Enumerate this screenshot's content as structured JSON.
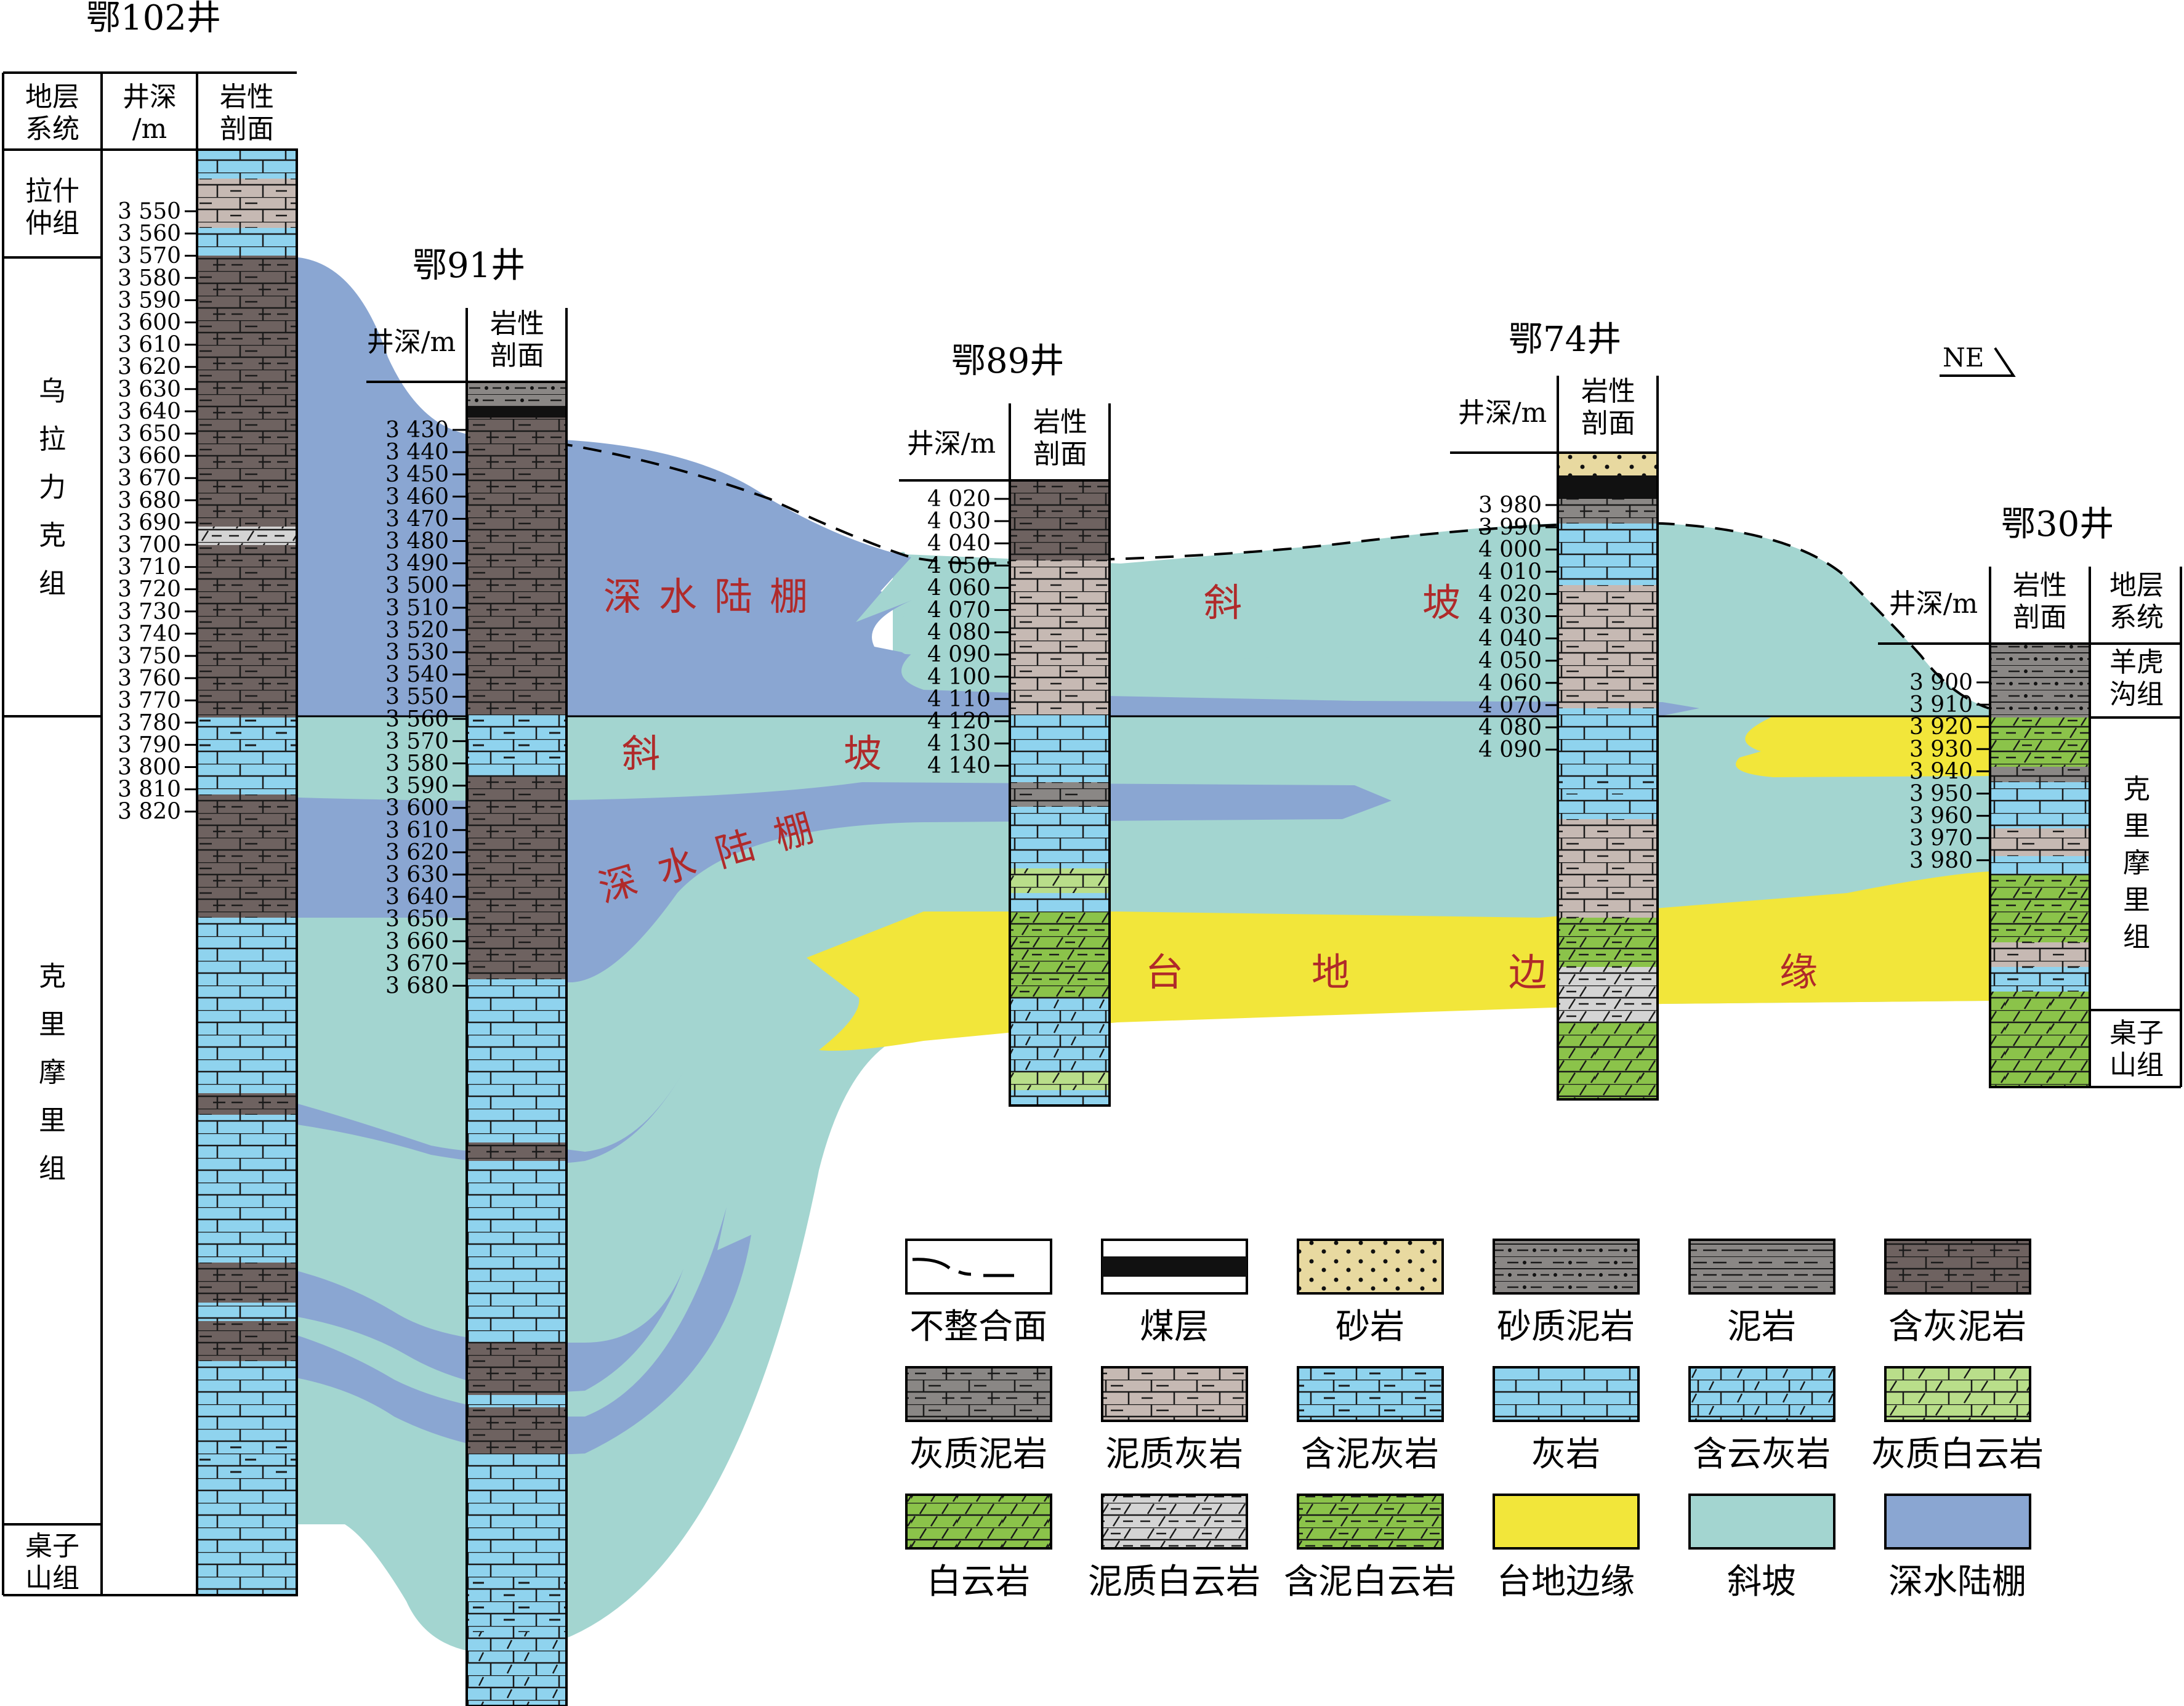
{
  "colors": {
    "deep_shelf": "#8aa6d2",
    "slope": "#a3d5d0",
    "platform_margin": "#f2e63a",
    "limestone": "#8fd3ee",
    "mudstone_dark": "#6e6260",
    "mudstone": "#8a8785",
    "marl": "#c6b9b3",
    "dolomite": "#8bc34a",
    "lime_dolomite": "#b9de8a",
    "argillaceous_dolomite": "#d4d4d4",
    "sandstone": "#e8d9a0",
    "coal": "#111111"
  },
  "header": {
    "formation_system": [
      "地层",
      "系统"
    ],
    "depth": [
      "井深",
      "/m"
    ],
    "depth_inline": "井深/m",
    "lithology": [
      "岩性",
      "剖面"
    ]
  },
  "wells": {
    "e102": {
      "title": "鄂102井",
      "ticks": [
        "3 550",
        "3 560",
        "3 570",
        "3 580",
        "3 590",
        "3 600",
        "3 610",
        "3 620",
        "3 630",
        "3 640",
        "3 650",
        "3 660",
        "3 670",
        "3 680",
        "3 690",
        "3 700",
        "3 710",
        "3 720",
        "3 730",
        "3 740",
        "3 750",
        "3 760",
        "3 770",
        "3 780",
        "3 790",
        "3 800",
        "3 810",
        "3 820"
      ],
      "formations": [
        [
          "拉什",
          "仲组"
        ],
        [
          "乌",
          "拉",
          "力",
          "克",
          "组"
        ],
        [
          "克",
          "里",
          "摩",
          "里",
          "组"
        ],
        [
          "桌子",
          "山组"
        ]
      ]
    },
    "e91": {
      "title": "鄂91井",
      "ticks": [
        "3 430",
        "3 440",
        "3 450",
        "3 460",
        "3 470",
        "3 480",
        "3 490",
        "3 500",
        "3 510",
        "3 520",
        "3 530",
        "3 540",
        "3 550",
        "3 560",
        "3 570",
        "3 580",
        "3 590",
        "3 600",
        "3 610",
        "3 620",
        "3 630",
        "3 640",
        "3 650",
        "3 660",
        "3 670",
        "3 680"
      ]
    },
    "e89": {
      "title": "鄂89井",
      "ticks": [
        "4 020",
        "4 030",
        "4 040",
        "4 050",
        "4 060",
        "4 070",
        "4 080",
        "4 090",
        "4 100",
        "4 110",
        "4 120",
        "4 130",
        "4 140"
      ]
    },
    "e74": {
      "title": "鄂74井",
      "ticks": [
        "3 980",
        "3 990",
        "4 000",
        "4 010",
        "4 020",
        "4 030",
        "4 040",
        "4 050",
        "4 060",
        "4 070",
        "4 080",
        "4 090"
      ]
    },
    "e30": {
      "title": "鄂30井",
      "ticks": [
        "3 900",
        "3 910",
        "3 920",
        "3 930",
        "3 940",
        "3 950",
        "3 960",
        "3 970",
        "3 980"
      ],
      "formations": [
        [
          "羊虎",
          "沟组"
        ],
        [
          "克",
          "里",
          "摩",
          "里",
          "组"
        ],
        [
          "桌子",
          "山组"
        ]
      ]
    }
  },
  "facies_labels": {
    "deep_shelf": [
      "深",
      "水",
      "陆",
      "棚"
    ],
    "slope": [
      "斜",
      "坡"
    ],
    "platform_margin": [
      "台",
      "地",
      "边",
      "缘"
    ]
  },
  "direction": "NE",
  "legend": [
    {
      "icon": "unconformity-icon",
      "label": "不整合面"
    },
    {
      "icon": "coal-icon",
      "label": "煤层"
    },
    {
      "icon": "sandstone-icon",
      "label": "砂岩"
    },
    {
      "icon": "sandy-mudstone-icon",
      "label": "砂质泥岩"
    },
    {
      "icon": "mudstone-icon",
      "label": "泥岩"
    },
    {
      "icon": "calcareous-mudstone-dark-icon",
      "label": "含灰泥岩"
    },
    {
      "icon": "calcareous-mudstone-icon",
      "label": "灰质泥岩"
    },
    {
      "icon": "marl-icon",
      "label": "泥质灰岩"
    },
    {
      "icon": "argillaceous-limestone-icon",
      "label": "含泥灰岩"
    },
    {
      "icon": "limestone-icon",
      "label": "灰岩"
    },
    {
      "icon": "dolomitic-limestone-icon",
      "label": "含云灰岩"
    },
    {
      "icon": "lime-dolomite-icon",
      "label": "灰质白云岩"
    },
    {
      "icon": "dolomite-icon",
      "label": "白云岩"
    },
    {
      "icon": "argillaceous-dolomite-icon",
      "label": "泥质白云岩"
    },
    {
      "icon": "mud-bearing-dolomite-icon",
      "label": "含泥白云岩"
    },
    {
      "icon": "platform-margin-icon",
      "label": "台地边缘"
    },
    {
      "icon": "slope-icon",
      "label": "斜坡"
    },
    {
      "icon": "deep-shelf-icon",
      "label": "深水陆棚"
    }
  ]
}
